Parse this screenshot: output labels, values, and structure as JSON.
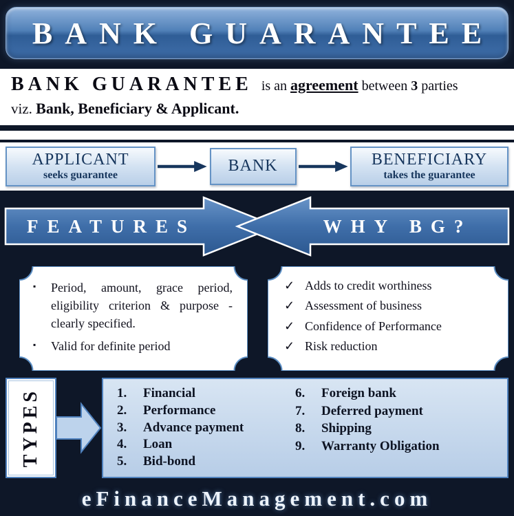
{
  "colors": {
    "accent": "#4f81bd",
    "navy": "#17365d",
    "background": "#0e1728",
    "panel_blue": "#b7cde7"
  },
  "header": {
    "title": "BANK GUARANTEE"
  },
  "intro": {
    "heading": "BANK GUARANTEE",
    "is_an": "is an",
    "agreement": "agreement",
    "between": "between",
    "three": "3",
    "parties": "parties",
    "viz": "viz.",
    "parties_names": "Bank, Beneficiary & Applicant."
  },
  "flow": {
    "applicant_title": "APPLICANT",
    "applicant_sub": "seeks guarantee",
    "bank_title": "BANK",
    "beneficiary_title": "BENEFICIARY",
    "beneficiary_sub": "takes the guarantee"
  },
  "arrows": {
    "features": "FEATURES",
    "why": "WHY BG?"
  },
  "features": {
    "bullet": "▪",
    "items": [
      "Period, amount, grace period, eligibility criterion & purpose - clearly specified.",
      "Valid for definite period"
    ]
  },
  "why_bg": {
    "check": "✓",
    "items": [
      "Adds to credit worthiness",
      "Assessment of business",
      "Confidence of Performance",
      "Risk reduction"
    ]
  },
  "types": {
    "label": "TYPES",
    "col1": [
      {
        "num": "1.",
        "label": "Financial"
      },
      {
        "num": "2.",
        "label": "Performance"
      },
      {
        "num": "3.",
        "label": "Advance payment"
      },
      {
        "num": "4.",
        "label": "Loan"
      },
      {
        "num": "5.",
        "label": "Bid-bond"
      }
    ],
    "col2": [
      {
        "num": "6.",
        "label": "Foreign bank"
      },
      {
        "num": "7.",
        "label": "Deferred payment"
      },
      {
        "num": "8.",
        "label": "Shipping"
      },
      {
        "num": "9.",
        "label": "Warranty Obligation"
      }
    ]
  },
  "footer": {
    "text": "eFinanceManagement.com"
  }
}
